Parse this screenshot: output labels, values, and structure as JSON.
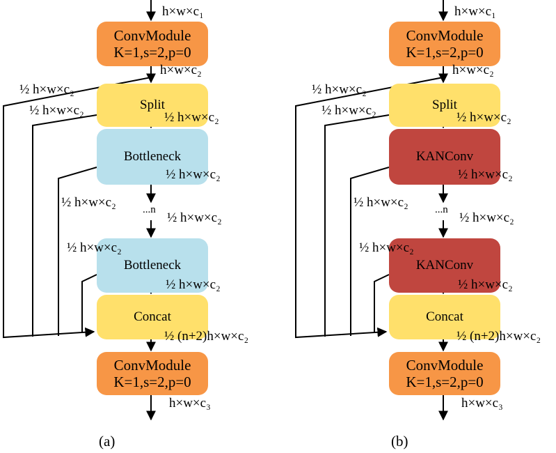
{
  "colors": {
    "convmodule": "#f79646",
    "split": "#ffe06b",
    "bottleneck": "#b8e0ec",
    "kanconv": "#c0463f",
    "concat": "#ffe06b",
    "line": "#000000"
  },
  "panels": [
    {
      "caption": "(a)",
      "nodes": {
        "conv_top": {
          "line1": "ConvModule",
          "line2": "K=1,s=2,p=0"
        },
        "split": {
          "label": "Split"
        },
        "block1": {
          "label": "Bottleneck"
        },
        "block2": {
          "label": "Bottleneck"
        },
        "concat": {
          "label": "Concat"
        },
        "conv_bottom": {
          "line1": "ConvModule",
          "line2": "K=1,s=2,p=0"
        }
      },
      "labels": {
        "input": "h×w×c₁",
        "after_conv": "h×w×c₂",
        "bypass_outer": "½ h×w×c₂",
        "split_left": "½ h×w×c₂",
        "split_out": "½ h×w×c₂",
        "block1_left": "½ h×w×c₂",
        "block1_out": "½ h×w×c₂",
        "dots": "...n",
        "dots_out": "½ h×w×c₂",
        "block2_in": "½ h×w×c₂",
        "block2_out": "½ h×w×c₂",
        "concat_out": "½ (n+2)h×w×c₂",
        "output": "h×w×c₃"
      }
    },
    {
      "caption": "(b)",
      "nodes": {
        "conv_top": {
          "line1": "ConvModule",
          "line2": "K=1,s=2,p=0"
        },
        "split": {
          "label": "Split"
        },
        "block1": {
          "label": "KANConv"
        },
        "block2": {
          "label": "KANConv"
        },
        "concat": {
          "label": "Concat"
        },
        "conv_bottom": {
          "line1": "ConvModule",
          "line2": "K=1,s=2,p=0"
        }
      },
      "labels": {
        "input": "h×w×c₁",
        "after_conv": "h×w×c₂",
        "bypass_outer": "½ h×w×c₂",
        "split_left": "½ h×w×c₂",
        "split_out": "½ h×w×c₂",
        "block1_left": "½ h×w×c₂",
        "block1_out": "½ h×w×c₂",
        "dots": "...n",
        "dots_out": "½ h×w×c₂",
        "block2_in": "½ h×w×c₂",
        "block2_out": "½ h×w×c₂",
        "concat_out": "½ (n+2)h×w×c₂",
        "output": "h×w×c₃"
      }
    }
  ]
}
